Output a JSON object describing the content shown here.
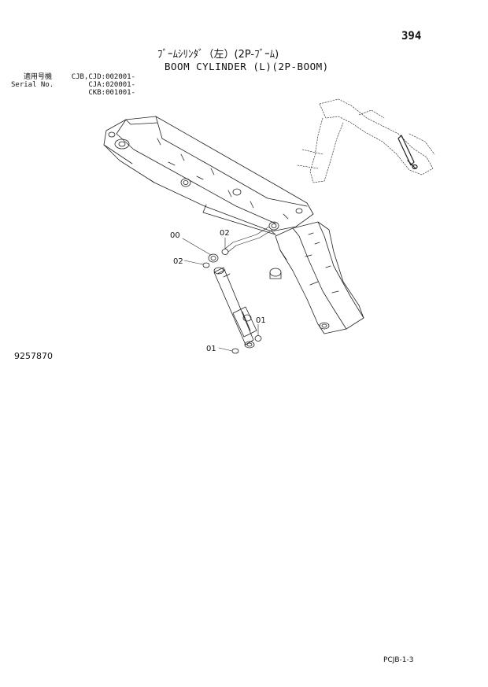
{
  "page_number": "394",
  "title_jp": "ﾌﾞｰﾑｼﾘﾝﾀﾞ（左）(2P-ﾌﾞｰﾑ)",
  "title_en": "BOOM CYLINDER (L)(2P-BOOM)",
  "serial_block": {
    "label_jp": "適用号機",
    "label_en": "Serial No.",
    "rows": [
      "CJB,CJD:002001-",
      "CJA:020001-",
      "CKB:001001-"
    ]
  },
  "callouts": [
    "00",
    "02",
    "02",
    "01",
    "01"
  ],
  "figure_number": "9257870",
  "footer_code": "PCJB-1-3"
}
